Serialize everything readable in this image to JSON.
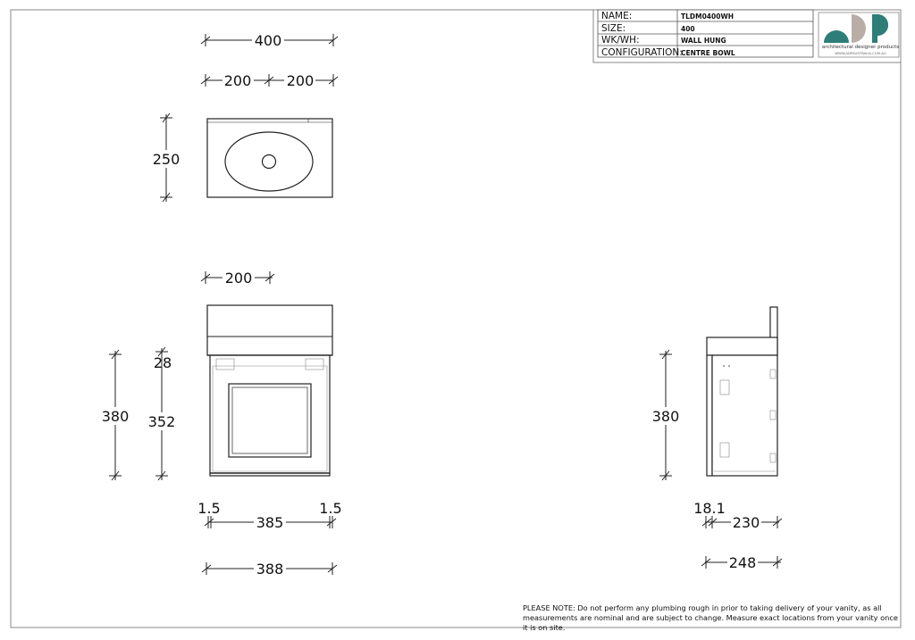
{
  "title_block": {
    "rows": [
      {
        "label": "NAME:",
        "value": "TLDM0400WH"
      },
      {
        "label": "SIZE:",
        "value": "400"
      },
      {
        "label": "WK/WH:",
        "value": "WALL HUNG"
      },
      {
        "label": "CONFIGURATION:",
        "value": "CENTRE BOWL"
      }
    ],
    "logo_text": "architectural designer products",
    "logo_url": "WWW.ADPAUSTRALIA.COM.AU",
    "colors": {
      "teal": "#2e7d78",
      "taupe": "#b9aea6"
    }
  },
  "dimensions": {
    "top_width": "400",
    "top_half_left": "200",
    "top_half_right": "200",
    "top_depth": "250",
    "front_half": "200",
    "front_height": "380",
    "front_drawer_height": "352",
    "front_top_gap": "28",
    "front_side_left": "1.5",
    "front_side_right": "1.5",
    "front_inner_width": "385",
    "front_overall_width": "388",
    "side_height": "380",
    "side_door": "18.1",
    "side_body": "230",
    "side_overall": "248"
  },
  "note": "PLEASE NOTE: Do not perform any plumbing rough in prior to taking delivery of your vanity, as all measurements are nominal and are subject to change. Measure exact locations from your vanity once it is on site."
}
